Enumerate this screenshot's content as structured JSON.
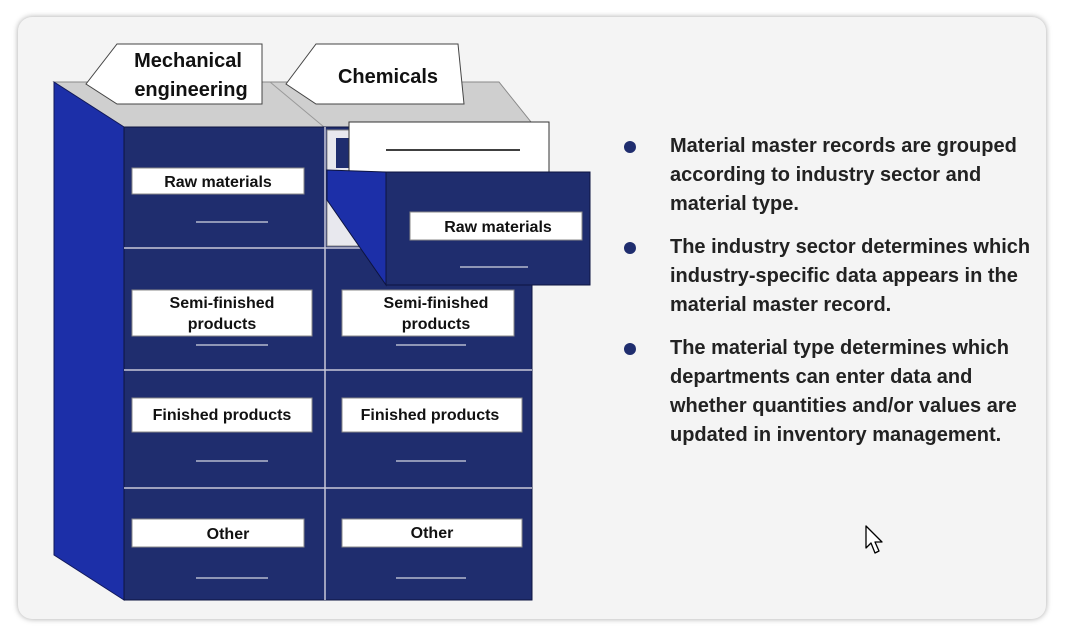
{
  "sectors": {
    "mechanical": "Mechanical engineering",
    "mechanical_lines": [
      "Mechanical",
      "engineering"
    ],
    "chemicals": "Chemicals"
  },
  "drawers": {
    "raw": "Raw materials",
    "semi_lines": [
      "Semi-finished",
      "products"
    ],
    "finished": "Finished products",
    "other": "Other"
  },
  "bullets": [
    "Material master records are grouped according to industry sector and material type.",
    "The industry sector determines which industry-specific data appears in the material master record.",
    "The material type determines which departments can enter data and whether quantities and/or values are updated in inventory management."
  ],
  "colors": {
    "cabinet": "#1f2d6e",
    "cabinet_side": "#1a2da0",
    "top": "#c8c8c8",
    "bullet": "#1f2d6e"
  },
  "icons": {
    "cursor": "mouse-pointer-icon"
  }
}
